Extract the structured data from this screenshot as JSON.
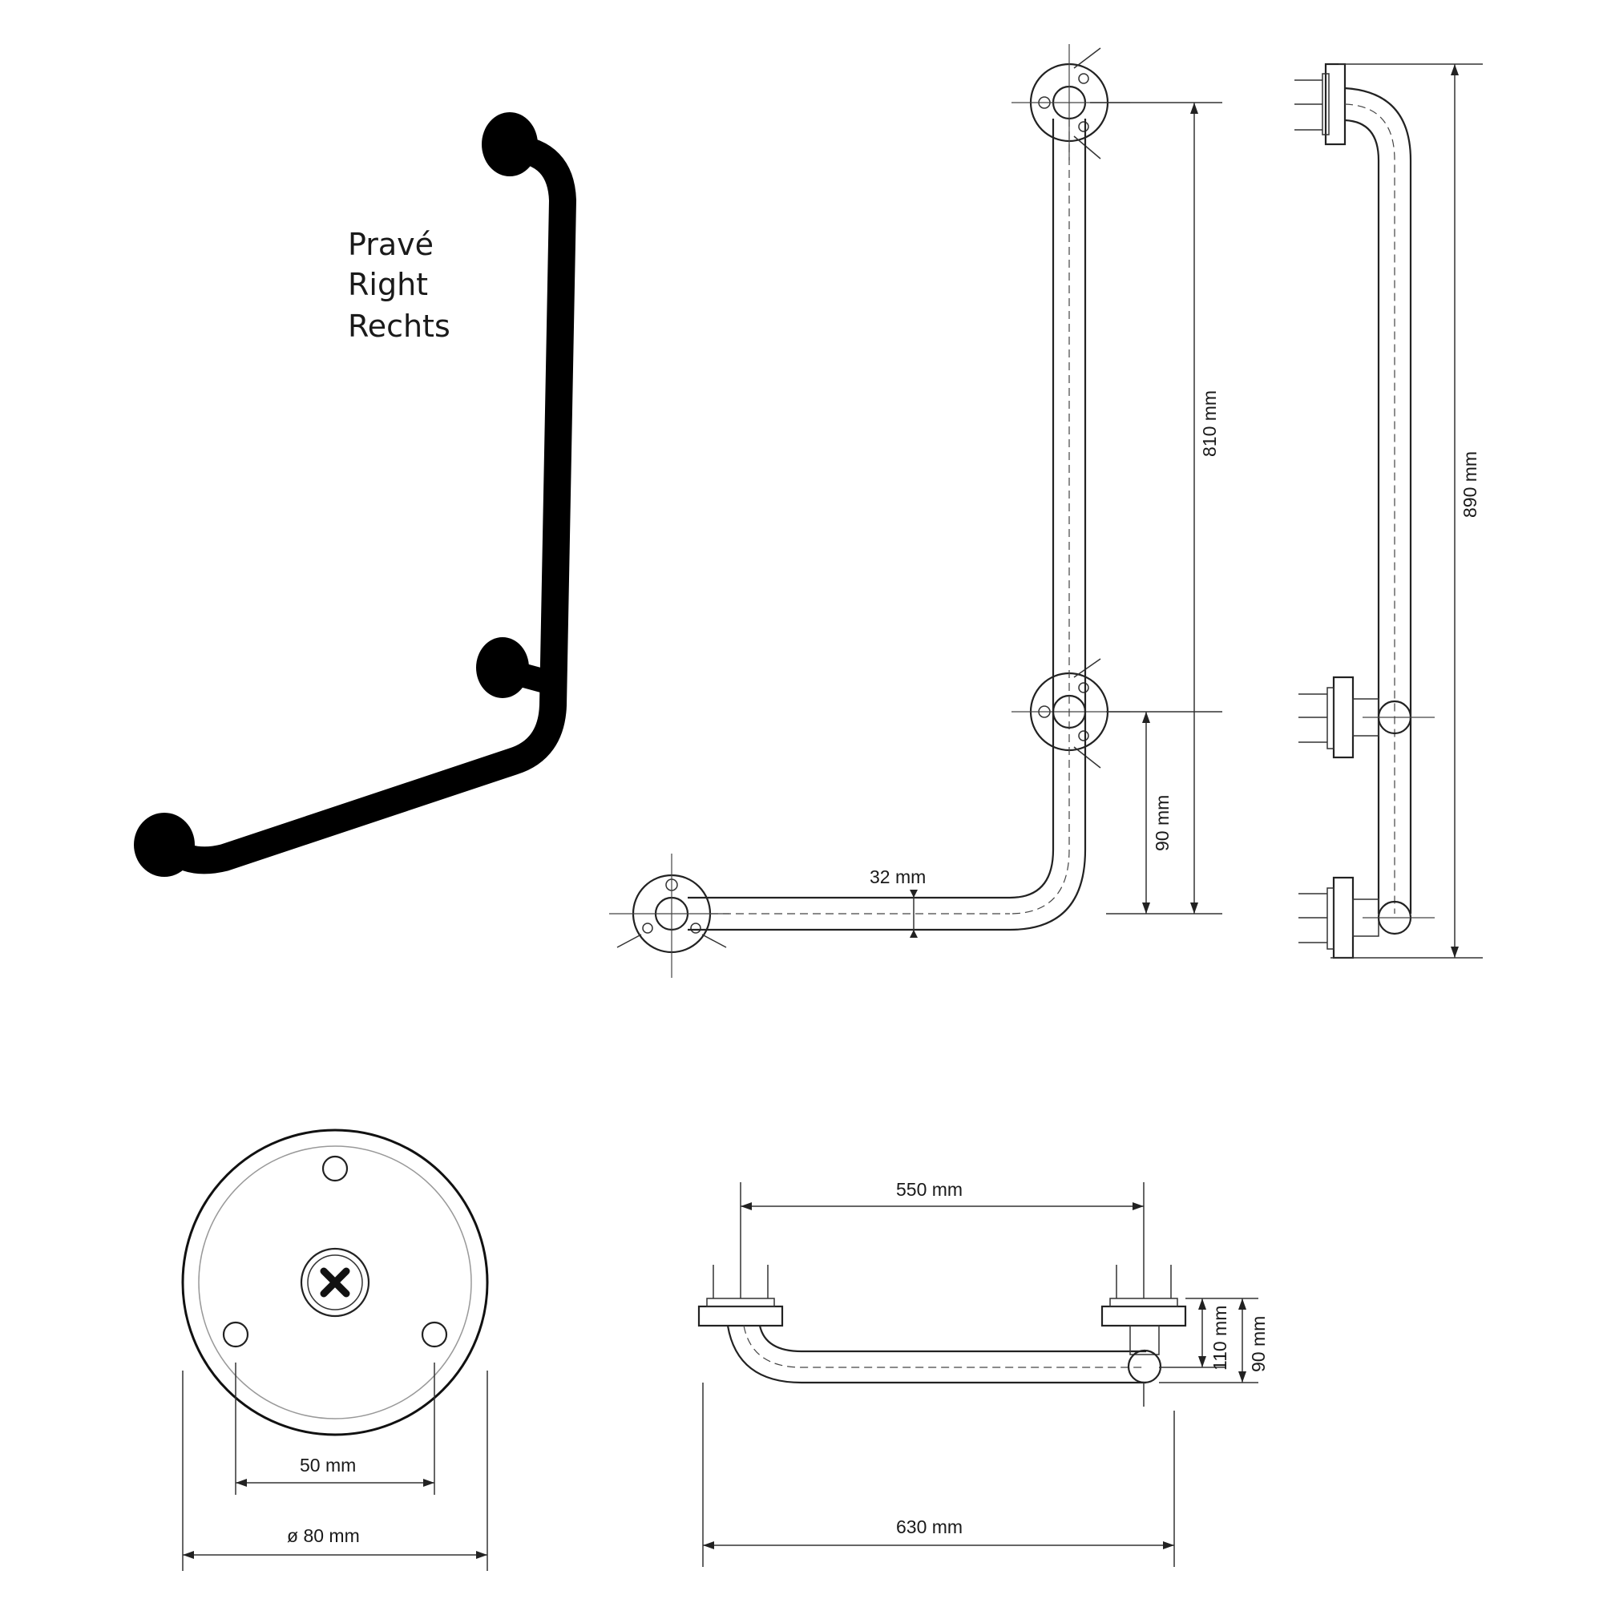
{
  "labels": {
    "side_cs": "Pravé",
    "side_en": "Right",
    "side_de": "Rechts"
  },
  "dimensions": {
    "tube_diameter": "32 mm",
    "height_810": "810 mm",
    "height_90": "90 mm",
    "height_890": "890 mm",
    "inner_550": "550 mm",
    "depth_110": "110 mm",
    "depth_90": "90 mm",
    "bolt_circle_50": "50 mm",
    "flange_80": "ø 80 mm",
    "overall_630": "630 mm"
  },
  "colors": {
    "product": "#000000",
    "lines": "#222222"
  }
}
